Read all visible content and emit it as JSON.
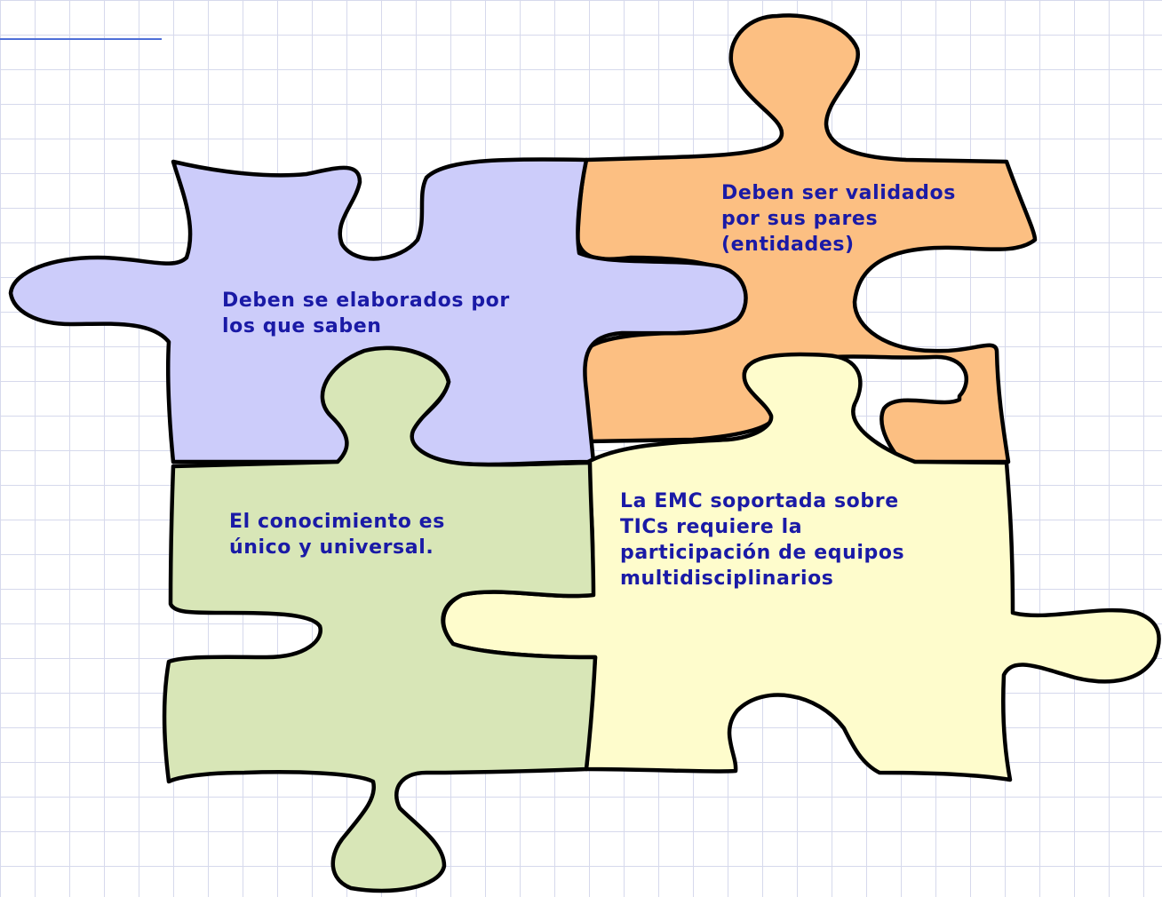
{
  "pieces": {
    "top_left": {
      "color": "#ccccfa",
      "line1": "Deben se elaborados por",
      "line2": "los que saben"
    },
    "top_right": {
      "color": "#fcbf82",
      "line1": "Deben ser validados",
      "line2": "por sus pares",
      "line3": "(entidades)"
    },
    "bottom_left": {
      "color": "#d8e6b7",
      "line1": "El conocimiento es",
      "line2": "único y universal."
    },
    "bottom_right": {
      "color": "#fefccc",
      "line1": "La EMC soportada sobre",
      "line2": "TICs requiere la",
      "line3": "participación de equipos",
      "line4": "multidisciplinarios"
    }
  },
  "colors": {
    "text": "#1a1aa6",
    "outline": "#000000",
    "grid": "#d6d9ec",
    "accent_rule": "#4f6fd8"
  }
}
